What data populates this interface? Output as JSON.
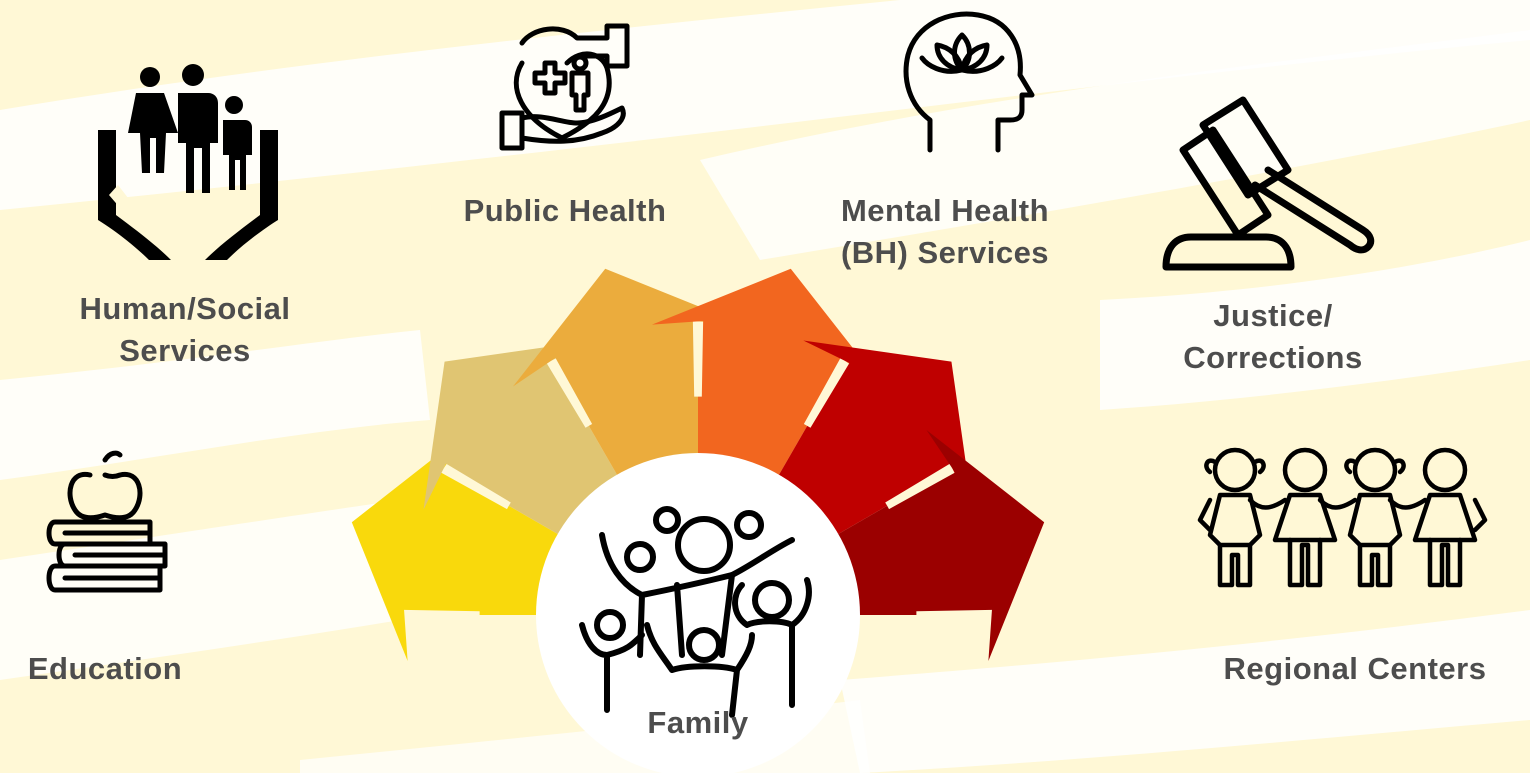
{
  "center": {
    "label": "Family"
  },
  "services": {
    "human_social": {
      "line1": "Human/Social",
      "line2": "Services",
      "icon": "hands-family-icon"
    },
    "public_health": {
      "label": "Public Health",
      "icon": "heart-hands-icon"
    },
    "mental_health": {
      "line1": "Mental Health",
      "line2": "(BH) Services",
      "icon": "head-lotus-icon"
    },
    "justice": {
      "line1": "Justice/",
      "line2": "Corrections",
      "icon": "gavel-icon"
    },
    "education": {
      "label": "Education",
      "icon": "apple-books-icon"
    },
    "regional": {
      "label": "Regional Centers",
      "icon": "children-group-icon"
    }
  },
  "arrows": {
    "colors": [
      "#f9d90c",
      "#e0c572",
      "#ebac3d",
      "#f2661f",
      "#bf0000",
      "#9b0000"
    ]
  }
}
